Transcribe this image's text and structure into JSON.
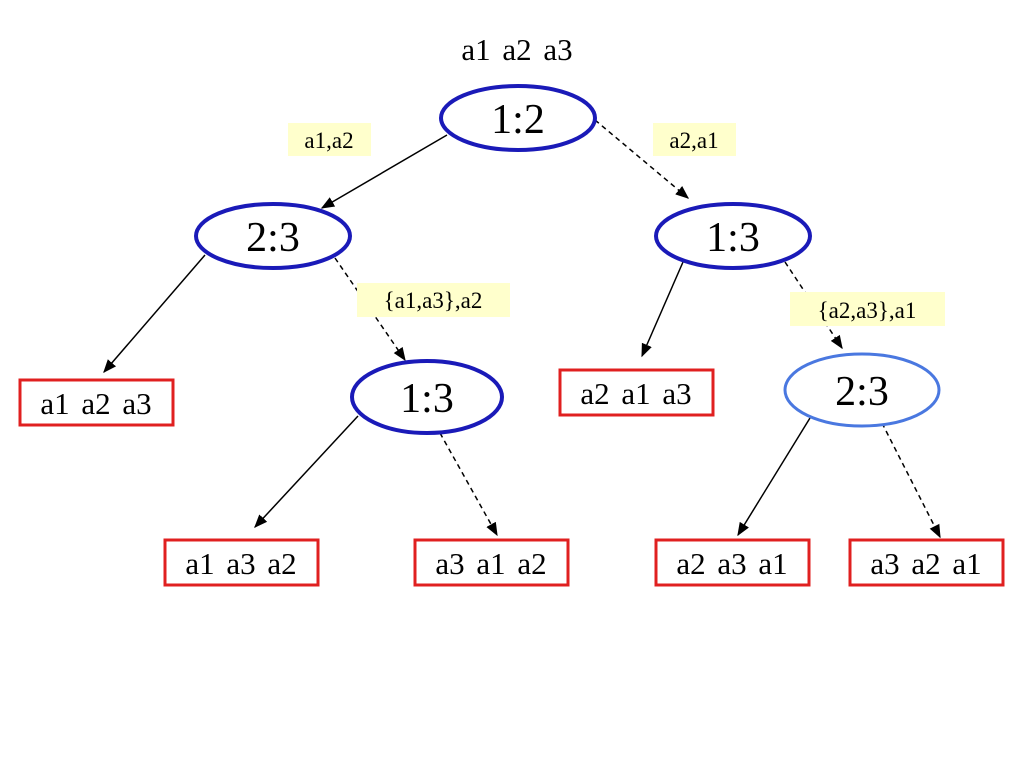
{
  "root_label": "a1  a2  a3",
  "colors": {
    "node_border": "#1a1ab8",
    "node_border_light": "#4a78e0",
    "leaf_border": "#e02020",
    "edge_label_bg": "#ffffcc",
    "edge": "#000000"
  },
  "nodes": {
    "root": "1:2",
    "left": "2:3",
    "right": "1:3",
    "left_right": "1:3",
    "right_right": "2:3"
  },
  "edge_labels": {
    "root_left": "a1,a2",
    "root_right": "a2,a1",
    "left_right": "{a1,a3},a2",
    "right_right": "{a2,a3},a1"
  },
  "leaves": {
    "l1": "a1  a2  a3",
    "l2": "a2  a1  a3",
    "l3": "a1  a3  a2",
    "l4": "a3  a1  a2",
    "l5": "a2  a3  a1",
    "l6": "a3  a2  a1"
  }
}
